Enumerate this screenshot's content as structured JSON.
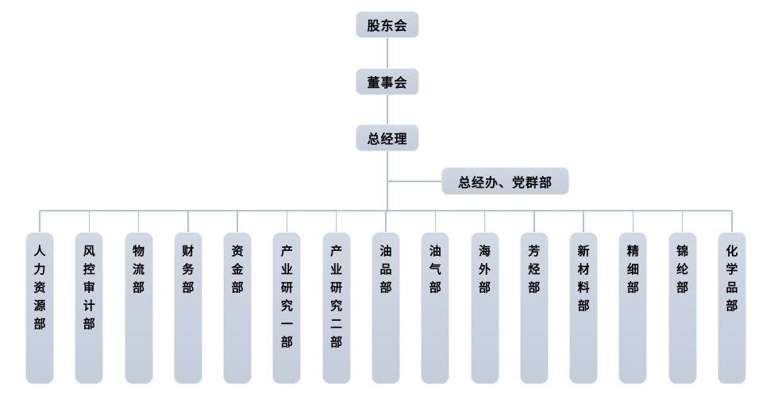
{
  "org": {
    "shareholders": "股东会",
    "board": "董事会",
    "general_manager": "总经理",
    "gm_office": "总经办、党群部",
    "departments": [
      "人力资源部",
      "风控审计部",
      "物流部",
      "财务部",
      "资金部",
      "产业研究一部",
      "产业研究二部",
      "油品部",
      "油气部",
      "海外部",
      "芳烃部",
      "新材料部",
      "精细部",
      "锦纶部",
      "化学品部"
    ]
  },
  "colors": {
    "node_fill": "#c9d2de",
    "connector": "#b3c1d4",
    "text": "#000000",
    "background": "#ffffff"
  }
}
